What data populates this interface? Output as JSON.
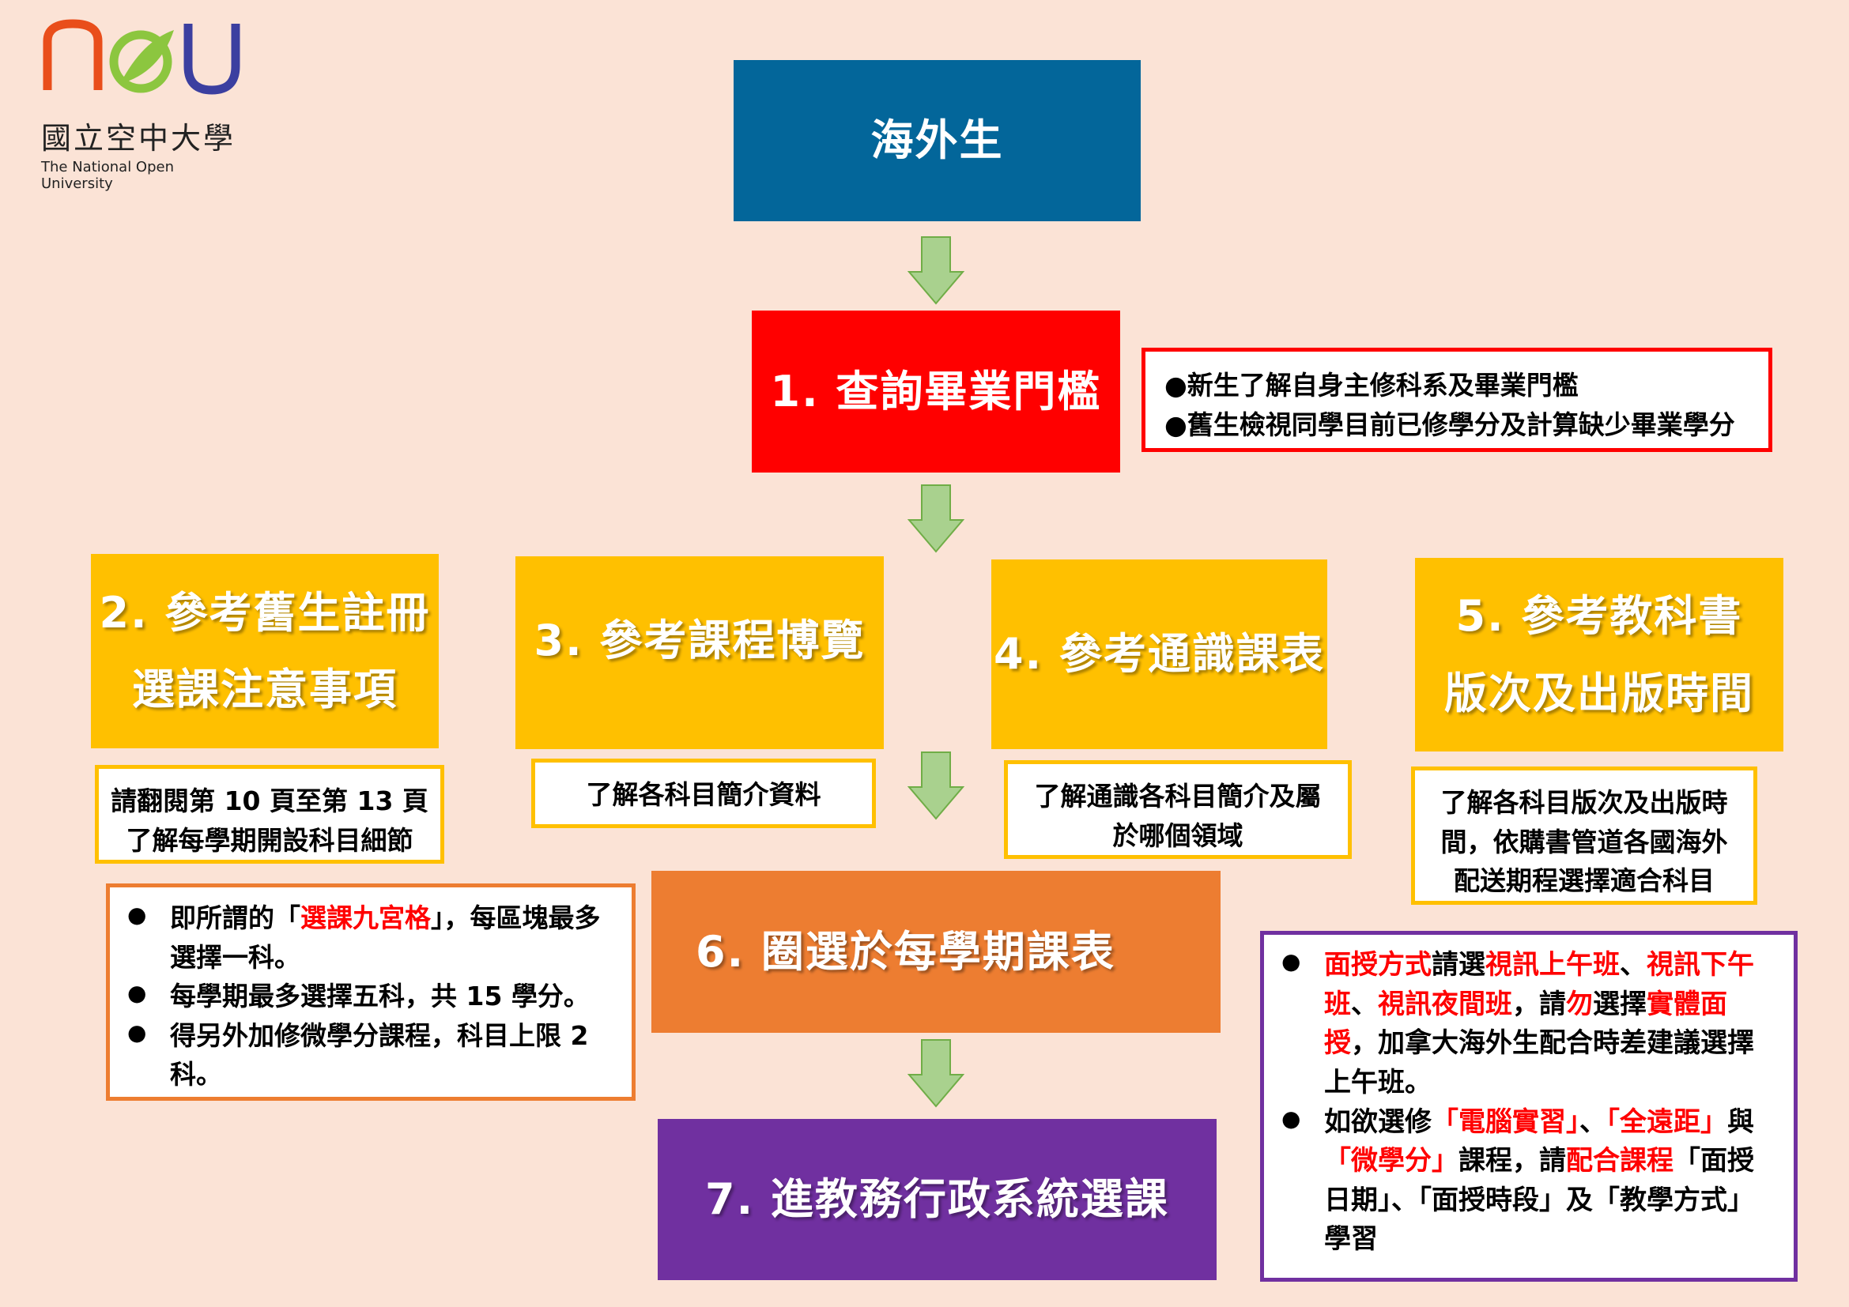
{
  "logo": {
    "wordmark": "nou",
    "name_zh": "國立空中大學",
    "name_en": "The National Open University"
  },
  "colors": {
    "background": "#fbe3d6",
    "blue": "#03669a",
    "red": "#ff0000",
    "yellow": "#ffc000",
    "orange": "#ed7d31",
    "purple": "#7030a0",
    "arrow_fill": "#a9d18e",
    "arrow_stroke": "#70ad47"
  },
  "diagram": {
    "start": "海外生",
    "step1": {
      "title": "1. 查詢畢業門檻",
      "notes": [
        "●新生了解自身主修科系及畢業門檻",
        "●舊生檢視同學目前已修學分及計算缺少畢業學分"
      ]
    },
    "step2": {
      "line1": "2. 參考舊生註冊",
      "line2": "選課注意事項",
      "note_line1": "請翻閱第 10 頁至第 13 頁",
      "note_line2": "了解每學期開設科目細節"
    },
    "step3": {
      "title": "3. 參考課程博覽",
      "note": "了解各科目簡介資料"
    },
    "step4": {
      "title": "4. 參考通識課表",
      "note_line1": "了解通識各科目簡介及屬",
      "note_line2": "於哪個領域"
    },
    "step5": {
      "line1": "5. 參考教科書",
      "line2": "版次及出版時間",
      "note_line1": "了解各科目版次及出版時",
      "note_line2": "間，依購書管道各國海外",
      "note_line3": "配送期程選擇適合科目"
    },
    "step6": {
      "title": "6. 圈選於每學期課表",
      "notes": {
        "b1_pre": "即所謂的「",
        "b1_red": "選課九宮格",
        "b1_post": "」，每區塊最多選擇一科。",
        "b2": "每學期最多選擇五科，共 15 學分。",
        "b3": "得另外加修微學分課程，科目上限 2 科。"
      }
    },
    "step7": {
      "title": "7. 進教務行政系統選課",
      "notes": {
        "a1": "面授方式",
        "a2": "請選",
        "a3": "視訊上午班",
        "a4": "、",
        "a5": "視訊下午班",
        "a6": "、",
        "a7": "視訊夜間班",
        "a8": "，請",
        "a9": "勿",
        "a10": "選擇",
        "a11": "實體面授",
        "a12": "，加拿大海外生配合時差建議選擇上午班。",
        "c1": "如欲選修",
        "c2": "「電腦實習」",
        "c3": "、",
        "c4": "「全遠距」",
        "c5": "與",
        "c6": "「微學分」",
        "c7": "課程，請",
        "c8": "配合課程",
        "c9": "「面授日期」、「面授時段」及「教學方式」學習"
      }
    }
  }
}
